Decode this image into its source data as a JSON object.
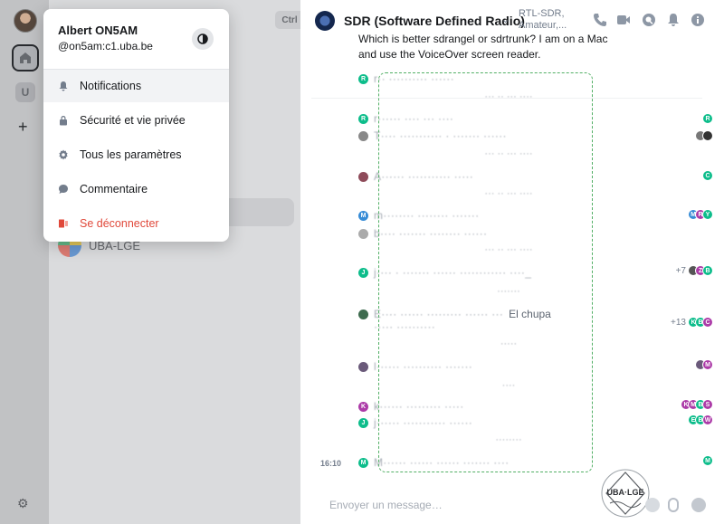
{
  "user_menu": {
    "display_name": "Albert ON5AM",
    "user_id": "@on5am:c1.uba.be",
    "items": [
      {
        "label": "Notifications",
        "icon": "bell-icon"
      },
      {
        "label": "Sécurité et vie privée",
        "icon": "lock-icon"
      },
      {
        "label": "Tous les paramètres",
        "icon": "gear-icon"
      },
      {
        "label": "Commentaire",
        "icon": "chat-bubble-icon"
      },
      {
        "label": "Se déconnecter",
        "icon": "signout-icon"
      }
    ]
  },
  "room_list": {
    "search_shortcut": "Ctrl K",
    "rooms": [
      {
        "name": "UBA-LGE"
      }
    ]
  },
  "space_rail": {
    "space_initial": "U"
  },
  "header": {
    "room_name": "SDR (Software Defined Radio)",
    "topic": "RTL-SDR, Amateur,..."
  },
  "timeline": {
    "visible_text": "Which is better sdrangel or sdrtrunk? I am on a Mac and use the VoiceOver screen reader.",
    "partial_visible": "El chupa",
    "reply_count_a": "+7",
    "reply_count_b": "+13",
    "time_label": "16:10"
  },
  "composer": {
    "placeholder": "Envoyer un message…"
  },
  "logo": {
    "text": "UBA LGE"
  },
  "colors": {
    "accent": "#0dbd8b",
    "danger": "#e0483a",
    "guide_box": "#53b066"
  }
}
